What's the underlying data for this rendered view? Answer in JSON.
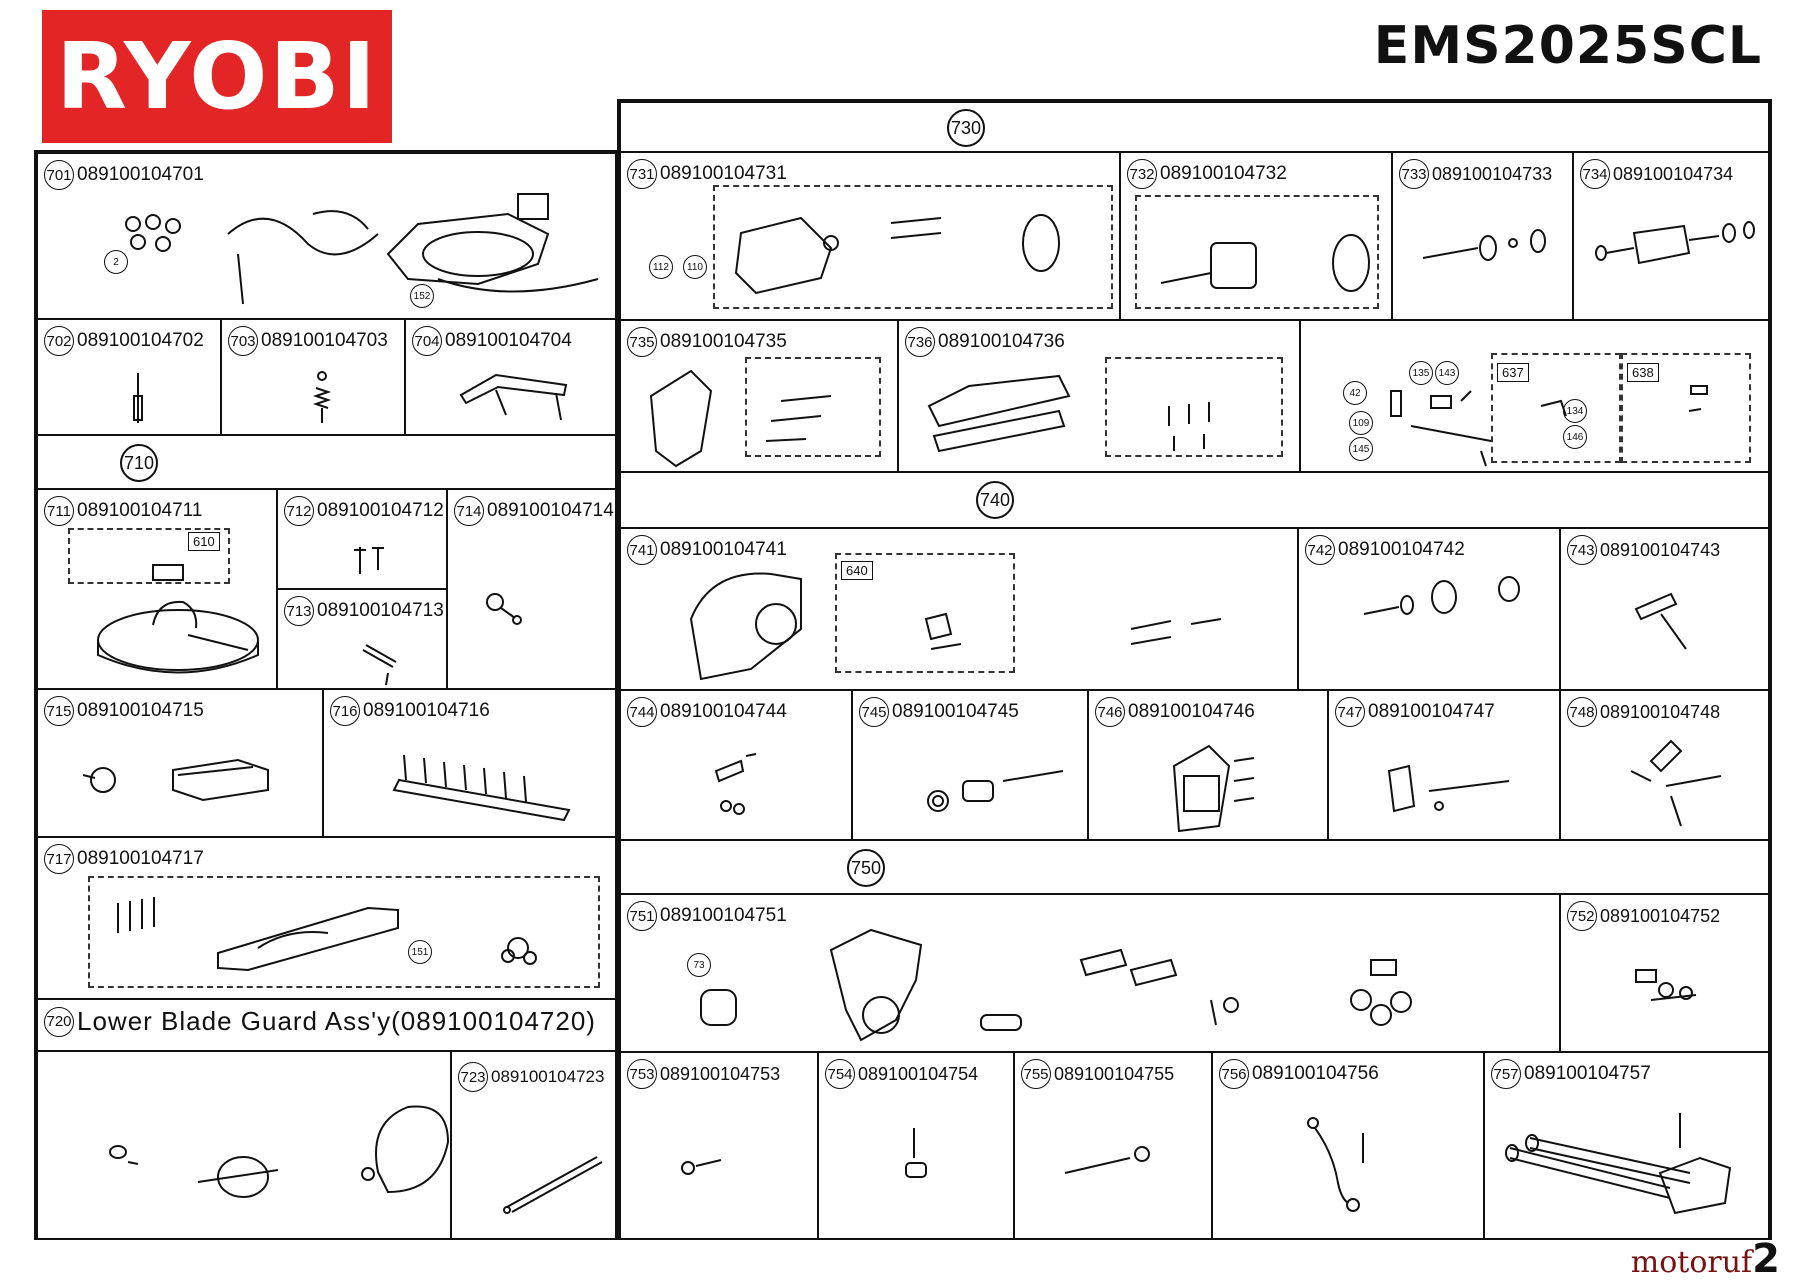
{
  "brand": "RYOBI",
  "model": "EMS2025SCL",
  "watermark": {
    "text": "motoruf",
    "page": "2"
  },
  "colors": {
    "brand_red": "#e32526",
    "line": "#111111"
  },
  "groups": {
    "g710": "710",
    "g730": "730",
    "g740": "740",
    "g750": "750"
  },
  "parts": {
    "p701": {
      "num": "701",
      "pn": "089100104701"
    },
    "p702": {
      "num": "702",
      "pn": "089100104702"
    },
    "p703": {
      "num": "703",
      "pn": "089100104703"
    },
    "p704": {
      "num": "704",
      "pn": "089100104704"
    },
    "p711": {
      "num": "711",
      "pn": "089100104711"
    },
    "p712": {
      "num": "712",
      "pn": "089100104712"
    },
    "p713": {
      "num": "713",
      "pn": "089100104713"
    },
    "p714": {
      "num": "714",
      "pn": "089100104714"
    },
    "p715": {
      "num": "715",
      "pn": "089100104715"
    },
    "p716": {
      "num": "716",
      "pn": "089100104716"
    },
    "p717": {
      "num": "717",
      "pn": "089100104717"
    },
    "p720": {
      "num": "720",
      "title": "Lower Blade Guard Ass'y(089100104720)"
    },
    "p723": {
      "num": "723",
      "pn": "089100104723"
    },
    "p731": {
      "num": "731",
      "pn": "089100104731"
    },
    "p732": {
      "num": "732",
      "pn": "089100104732"
    },
    "p733": {
      "num": "733",
      "pn": "089100104733"
    },
    "p734": {
      "num": "734",
      "pn": "089100104734"
    },
    "p735": {
      "num": "735",
      "pn": "089100104735"
    },
    "p736": {
      "num": "736",
      "pn": "089100104736"
    },
    "p741": {
      "num": "741",
      "pn": "089100104741"
    },
    "p742": {
      "num": "742",
      "pn": "089100104742"
    },
    "p743": {
      "num": "743",
      "pn": "089100104743"
    },
    "p744": {
      "num": "744",
      "pn": "089100104744"
    },
    "p745": {
      "num": "745",
      "pn": "089100104745"
    },
    "p746": {
      "num": "746",
      "pn": "089100104746"
    },
    "p747": {
      "num": "747",
      "pn": "089100104747"
    },
    "p748": {
      "num": "748",
      "pn": "089100104748"
    },
    "p751": {
      "num": "751",
      "pn": "089100104751"
    },
    "p752": {
      "num": "752",
      "pn": "089100104752"
    },
    "p753": {
      "num": "753",
      "pn": "089100104753"
    },
    "p754": {
      "num": "754",
      "pn": "089100104754"
    },
    "p755": {
      "num": "755",
      "pn": "089100104755"
    },
    "p756": {
      "num": "756",
      "pn": "089100104756"
    },
    "p757": {
      "num": "757",
      "pn": "089100104757"
    }
  },
  "callouts": {
    "c2": "2",
    "c152": "152",
    "c112": "112",
    "c110": "110",
    "c42": "42",
    "c135": "135",
    "c143": "143",
    "c109": "109",
    "c145": "145",
    "c134": "134",
    "c146": "146",
    "c151": "151",
    "c73": "73"
  },
  "subassemblies": {
    "s610": "610",
    "s637": "637",
    "s638": "638",
    "s640": "640"
  }
}
